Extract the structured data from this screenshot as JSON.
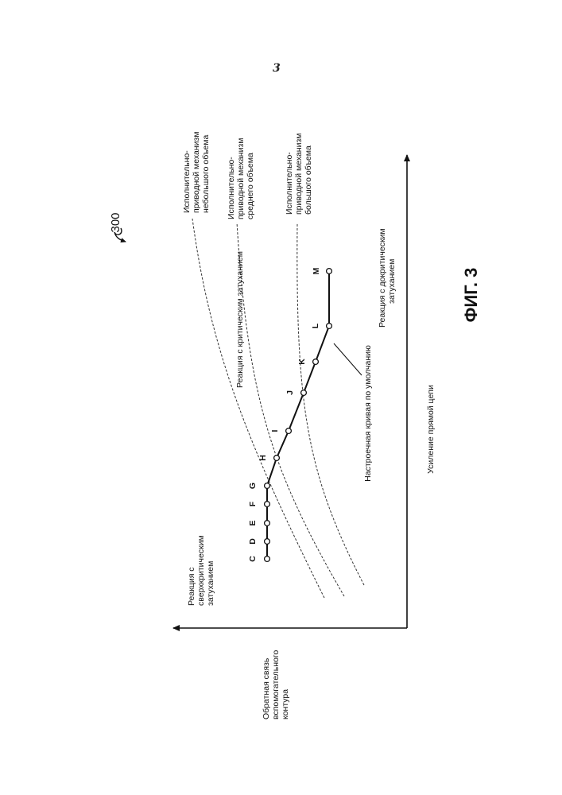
{
  "page": {
    "number": "3"
  },
  "figure": {
    "caption": "ФИГ. 3",
    "reference_numeral": "300"
  },
  "axes": {
    "x_label": "Усиление прямой цепи",
    "y_label": [
      "Обратная связь",
      "вспомогательного",
      "контура"
    ]
  },
  "regions": {
    "overdamped": [
      "Реакция с",
      "сверхкритическим",
      "затуханием"
    ],
    "critically_damped": [
      "Реакция с критическим затуханием"
    ],
    "underdamped": [
      "Реакция с докритическим",
      "затуханием"
    ]
  },
  "curves": [
    {
      "name": [
        "Исполнительно-",
        "приводной механизм",
        "небольшого объема"
      ]
    },
    {
      "name": [
        "Исполнительно-",
        "приводной механизм",
        "среднего объема"
      ]
    },
    {
      "name": [
        "Исполнительно-",
        "приводной механизм",
        "большого объема"
      ]
    }
  ],
  "default_curve": {
    "label": [
      "Настроечная кривая по умолчанию"
    ],
    "points": [
      "C",
      "D",
      "E",
      "F",
      "G",
      "H",
      "I",
      "J",
      "K",
      "L",
      "M"
    ]
  }
}
